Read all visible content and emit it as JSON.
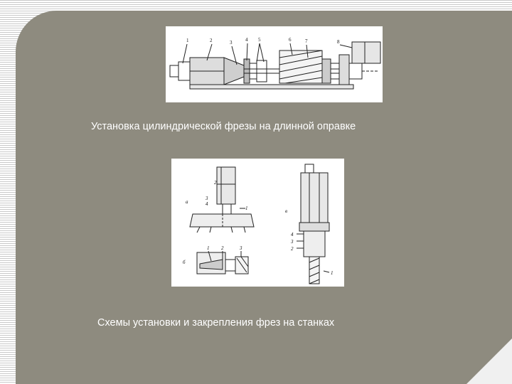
{
  "slide": {
    "figure_top": {
      "callouts": [
        "1",
        "2",
        "3",
        "4",
        "5",
        "6",
        "7",
        "8"
      ],
      "caption": "Установка цилиндрической фрезы на длинной оправке"
    },
    "figure_bottom": {
      "panel_a": {
        "letter": "а",
        "callouts": [
          "2",
          "3",
          "4",
          "1"
        ]
      },
      "panel_b": {
        "letter": "б",
        "callouts": [
          "1",
          "2",
          "3"
        ]
      },
      "panel_c": {
        "letter": "в",
        "callouts": [
          "4",
          "3",
          "2",
          "1"
        ]
      },
      "caption": "Схемы установки и закрепления фрез на станках"
    }
  }
}
